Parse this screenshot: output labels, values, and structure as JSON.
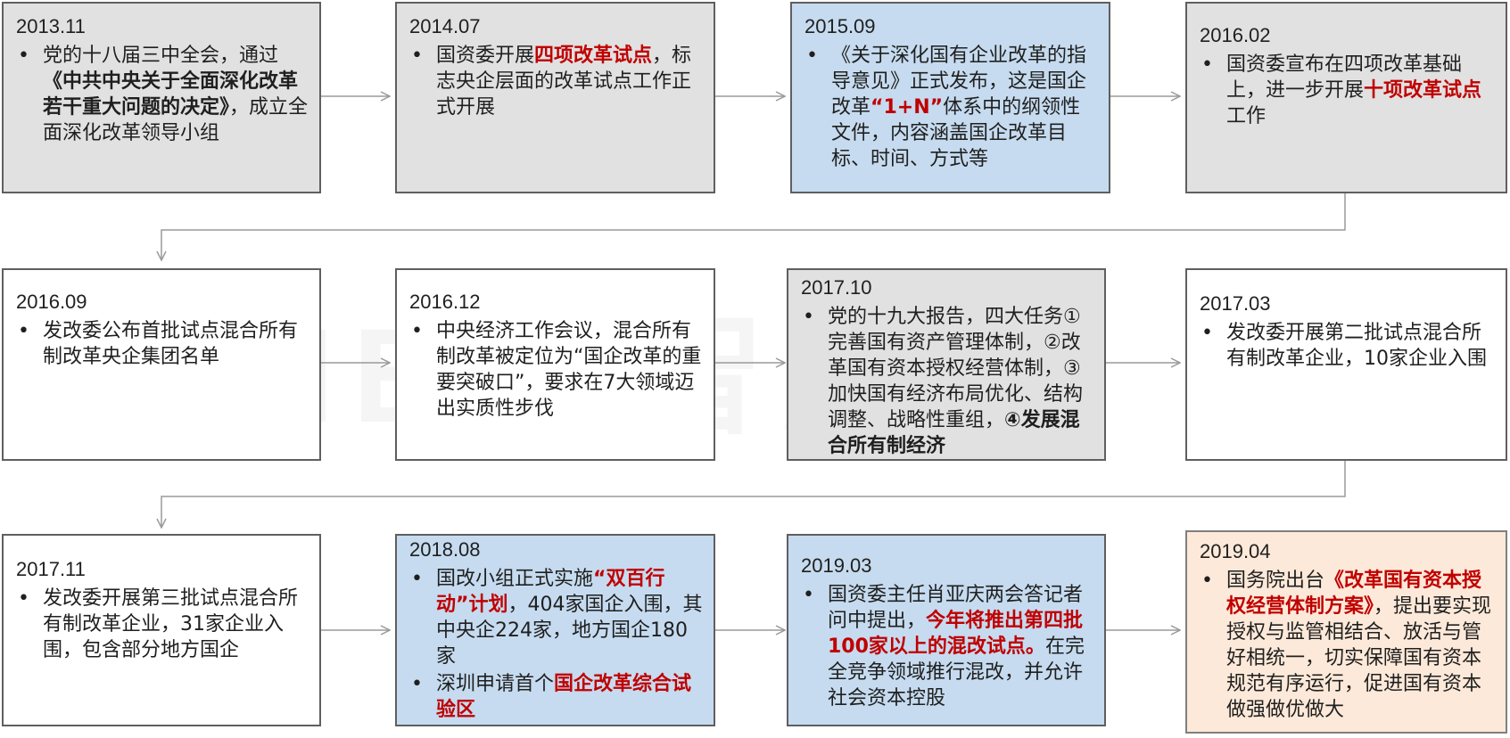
{
  "watermark": "MBA 智库",
  "boxes": [
    {
      "date": "2013.11",
      "bullets": [
        [
          [
            "党的十八届三中全会，通过",
            ""
          ],
          [
            "《中共中央关于全面深化改革若干重大问题的决定》",
            "b"
          ],
          [
            "，成立全面深化改革领导小组",
            ""
          ]
        ]
      ]
    },
    {
      "date": "2014.07",
      "bullets": [
        [
          [
            "国资委开展",
            ""
          ],
          [
            "四项改革试点",
            "r"
          ],
          [
            "，标志央企层面的改革试点工作正式开展",
            ""
          ]
        ]
      ]
    },
    {
      "date": "2015.09",
      "bullets": [
        [
          [
            "《关于深化国有企业改革的指导意见》正式发布，这是国企改革",
            ""
          ],
          [
            "“1+N”",
            "r"
          ],
          [
            "体系中的纲领性文件，内容涵盖国企改革目标、时间、方式等",
            ""
          ]
        ]
      ]
    },
    {
      "date": "2016.02",
      "bullets": [
        [
          [
            "国资委宣布在四项改革基础上，进一步开展",
            ""
          ],
          [
            "十项改革试点",
            "r"
          ],
          [
            "工作",
            ""
          ]
        ]
      ]
    },
    {
      "date": "2016.09",
      "bullets": [
        [
          [
            "发改委公布首批试点混合所有制改革央企集团名单",
            ""
          ]
        ]
      ]
    },
    {
      "date": "2016.12",
      "bullets": [
        [
          [
            "中央经济工作会议，混合所有制改革被定位为“国企改革的重要突破口”，要求在7大领域迈出实质性步伐",
            ""
          ]
        ]
      ]
    },
    {
      "date": "2017.10",
      "bullets": [
        [
          [
            "党的十九大报告，四大任务①完善国有资产管理体制，②改革国有资本授权经营体制，③加快国有经济布局优化、结构调整、战略性重组，",
            ""
          ],
          [
            "④发展混合所有制经济",
            "b"
          ]
        ]
      ]
    },
    {
      "date": "2017.03",
      "bullets": [
        [
          [
            "发改委开展第二批试点混合所有制改革企业，10家企业入围",
            ""
          ]
        ]
      ]
    },
    {
      "date": "2017.11",
      "bullets": [
        [
          [
            "发改委开展第三批试点混合所有制改革企业，31家企业入围，包含部分地方国企",
            ""
          ]
        ]
      ]
    },
    {
      "date": "2018.08",
      "bullets": [
        [
          [
            "国改小组正式实施",
            ""
          ],
          [
            "“双百行动”计划",
            "r"
          ],
          [
            "，404家国企入围，其中央企224家，地方国企180家",
            ""
          ]
        ],
        [
          [
            "深圳申请首个",
            ""
          ],
          [
            "国企改革综合试验区",
            "r"
          ]
        ]
      ]
    },
    {
      "date": "2019.03",
      "bullets": [
        [
          [
            "国资委主任肖亚庆两会答记者问中提出，",
            ""
          ],
          [
            "今年将推出第四批100家以上的混改试点。",
            "r"
          ],
          [
            "在完全竞争领域推行混改，并允许社会资本控股",
            ""
          ]
        ]
      ]
    },
    {
      "date": "2019.04",
      "bullets": [
        [
          [
            "国务院出台",
            ""
          ],
          [
            "《改革国有资本授权经营体制方案》",
            "r"
          ],
          [
            "，提出要实现授权与监管相结合、放活与管好相统一，切实保障国有资本规范有序运行，促进国有资本做强做优做大",
            ""
          ]
        ]
      ]
    }
  ]
}
